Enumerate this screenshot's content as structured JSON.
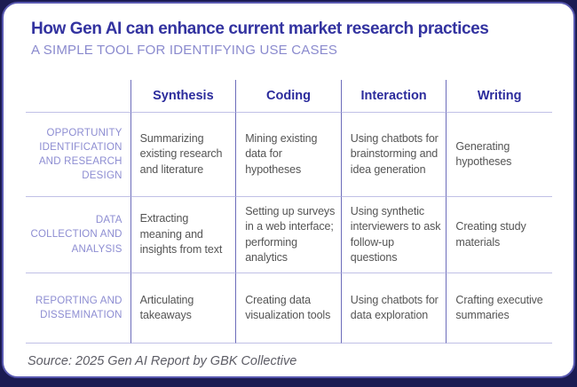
{
  "header": {
    "title": "How Gen AI can enhance current market research practices",
    "subtitle": "A SIMPLE TOOL FOR IDENTIFYING USE CASES"
  },
  "table": {
    "column_headers": [
      "Synthesis",
      "Coding",
      "Interaction",
      "Writing"
    ],
    "rows": [
      {
        "label": "OPPORTUNITY IDENTIFICATION AND RESEARCH DESIGN",
        "cells": [
          "Summarizing existing research and literature",
          "Mining existing data for hypotheses",
          "Using chatbots for brainstorming and idea generation",
          "Generating hypotheses"
        ]
      },
      {
        "label": "DATA COLLECTION AND ANALYSIS",
        "cells": [
          "Extracting meaning and insights from text",
          "Setting up surveys in a web interface; performing analytics",
          "Using synthetic interviewers to ask follow-up questions",
          "Creating study materials"
        ]
      },
      {
        "label": "REPORTING AND DISSEMINATION",
        "cells": [
          "Articulating takeaways",
          "Creating data visualization tools",
          "Using chatbots for data exploration",
          "Crafting executive summaries"
        ]
      }
    ]
  },
  "footer": {
    "source": "Source: 2025 Gen AI Report by GBK Collective"
  },
  "colors": {
    "bg_navy": "#1b1b52",
    "card_border": "#5858b0",
    "card_bg": "#ffffff",
    "title_ink": "#3333a0",
    "subtitle_ink": "#8a8ace",
    "colhead_ink": "#2b2b9c",
    "rowlabel_ink": "#8d8dd2",
    "cell_ink": "#545454",
    "grid_vline": "#6c6cba",
    "grid_hline": "#c0c0e6",
    "source_ink": "#5d5d66"
  }
}
